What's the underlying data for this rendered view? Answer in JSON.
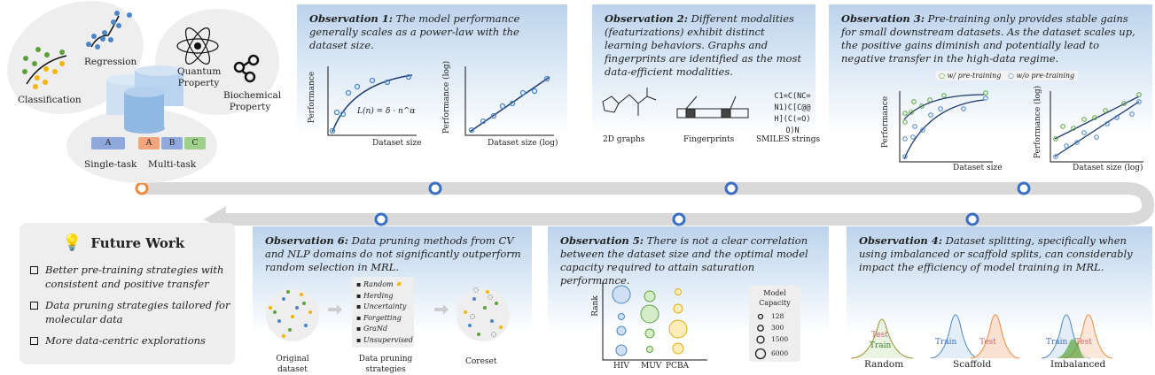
{
  "overview": {
    "classification": "Classification",
    "regression": "Regression",
    "quantum": "Quantum Property",
    "biochemical": "Biochemical Property",
    "single_task": "Single-task",
    "multi_task": "Multi-task",
    "tasks_single": [
      "A"
    ],
    "tasks_multi": [
      "A",
      "B",
      "C"
    ]
  },
  "obs1": {
    "title": "Observation 1:",
    "text": "The model performance generally scales as a power-law with the dataset size.",
    "formula": "L(n) = δ · n^α",
    "y1": "Performance",
    "x1": "Dataset size",
    "y2": "Performance (log)",
    "x2": "Dataset size (log)"
  },
  "obs2": {
    "title": "Observation 2:",
    "text": "Different modalities (featurizations) exhibit distinct learning behaviors. Graphs and fingerprints are identified as the most data-efficient modalities.",
    "graphs": "2D graphs",
    "fingerprints": "Fingerprints",
    "smiles": "SMILES strings",
    "smiles_value": "C1=C(NC=N1)C[C@@H](C(=O)O)N"
  },
  "obs3": {
    "title": "Observation 3:",
    "text": "Pre-training only provides stable gains for small downstream datasets. As the dataset scales up, the positive gains diminish and potentially lead to negative transfer in the high-data regime.",
    "legend_with": "w/ pre-training",
    "legend_without": "w/o pre-training",
    "y1": "Performance",
    "x1": "Dataset size",
    "y2": "Performance (log)",
    "x2": "Dataset size (log)"
  },
  "obs4": {
    "title": "Observation 4:",
    "text": "Dataset splitting, specifically when using imbalanced or scaffold splits, can considerably impact the efficiency of model training in MRL.",
    "random": "Random",
    "scaffold": "Scaffold",
    "imbalanced": "Imbalanced",
    "train": "Train",
    "test": "Test"
  },
  "obs5": {
    "title": "Observation 5:",
    "text": "There is not a clear correlation between the dataset size and the optimal model capacity required to attain saturation performance.",
    "ylabel": "Rank",
    "datasets": [
      "HIV",
      "MUV",
      "PCBA"
    ],
    "legend_title": "Model Capacity",
    "capacities": [
      "128",
      "300",
      "1500",
      "6000"
    ]
  },
  "obs6": {
    "title": "Observation 6:",
    "text": "Data pruning methods from CV and NLP domains do not significantly outperform random selection in MRL.",
    "strategies": [
      "Random",
      "Herding",
      "Uncertainty",
      "Forgetting",
      "GraNd",
      "Unsupervised"
    ],
    "original": "Original dataset",
    "pruning": "Data pruning strategies",
    "coreset": "Coreset"
  },
  "future": {
    "title": "Future Work",
    "items": [
      "Better pre-training strategies with consistent and positive transfer",
      "Data pruning strategies tailored for molecular data",
      "More data-centric explorations"
    ]
  },
  "colors": {
    "blue": "#4a86c8",
    "green": "#5aa33a",
    "yellow": "#f2b705",
    "orange": "#f08a3c",
    "timeline": "#d9d9d9"
  }
}
